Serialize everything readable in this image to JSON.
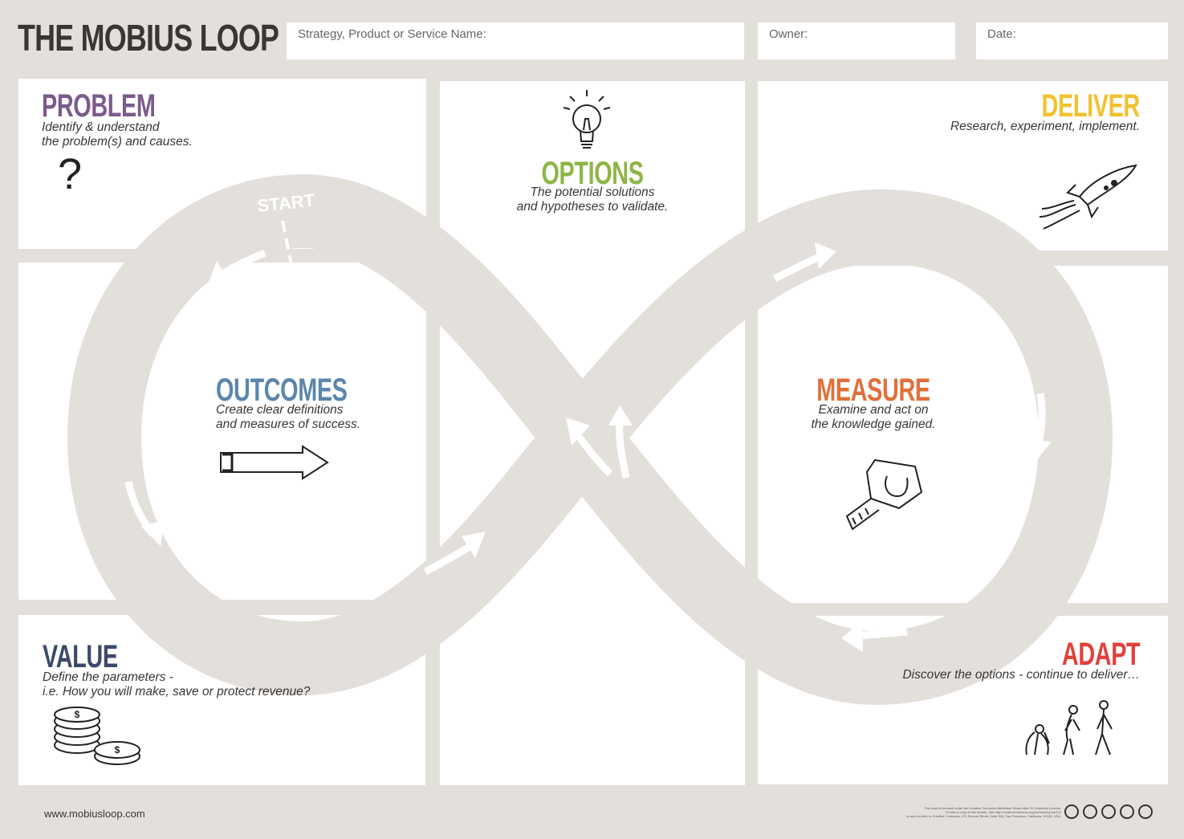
{
  "title": "THE MOBIUS LOOP",
  "fields": {
    "strategy_label": "Strategy, Product or Service Name:",
    "owner_label": "Owner:",
    "date_label": "Date:"
  },
  "loop": {
    "start_label": "START",
    "color": "#e3e0dc"
  },
  "sections": {
    "problem": {
      "title": "PROBLEM",
      "line1": "Identify & understand",
      "line2": "the problem(s) and causes.",
      "color": "#7b5a8c",
      "icon": "question-mark-icon"
    },
    "options": {
      "title": "OPTIONS",
      "line1": "The potential solutions",
      "line2": "and hypotheses to validate.",
      "color": "#8db546",
      "icon": "lightbulb-icon"
    },
    "deliver": {
      "title": "DELIVER",
      "line1": "Research, experiment, implement.",
      "color": "#f2c12e",
      "icon": "rocket-icon"
    },
    "outcomes": {
      "title": "OUTCOMES",
      "line1": "Create clear definitions",
      "line2": "and measures of success.",
      "color": "#5b86ad",
      "icon": "arrow-icon"
    },
    "measure": {
      "title": "MEASURE",
      "line1": "Examine and act on",
      "line2": "the knowledge gained.",
      "color": "#e0703a",
      "icon": "tape-measure-icon"
    },
    "value": {
      "title": "VALUE",
      "line1": "Define the parameters -",
      "line2": "i.e. How you will make, save or protect revenue?",
      "color": "#3b4a6b",
      "icon": "coins-icon"
    },
    "adapt": {
      "title": "ADAPT",
      "line1": "Discover the options - continue to deliver…",
      "color": "#e0413a",
      "icon": "evolution-icon"
    }
  },
  "footer": {
    "url": "www.mobiusloop.com",
    "license_line1": "This work is licensed under the Creative Commons Attribution Share Alike 3.0 Unported License.",
    "license_line2": "To view a copy of this license, visit http://creativecommons.org/licenses/by-sa/3.0/",
    "license_line3": "or send a letter to Creative Commons, 171 Second Street, Suite 300, San Francisco, California, 94105, USA.",
    "cc_icons": [
      "cc",
      "by",
      "sa",
      "nc",
      "i"
    ]
  }
}
